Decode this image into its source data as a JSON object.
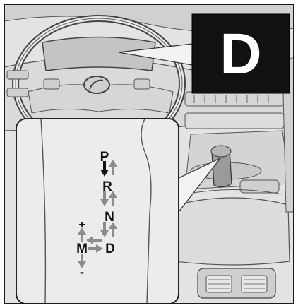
{
  "display": {
    "gear_shown": "D"
  },
  "shifter": {
    "positions": [
      "P",
      "R",
      "N",
      "D",
      "M"
    ],
    "manual_plus": "+",
    "manual_minus": "-"
  },
  "colors": {
    "border": "#1a1a1a",
    "illustration_fill": "#e3e3e3",
    "line_art": "#555555",
    "callout_fill": "#f2f2f2",
    "display_bg": "#111111",
    "display_text": "#ffffff",
    "arrow_active": "#111111",
    "arrow_gray": "#8c8c8c"
  }
}
